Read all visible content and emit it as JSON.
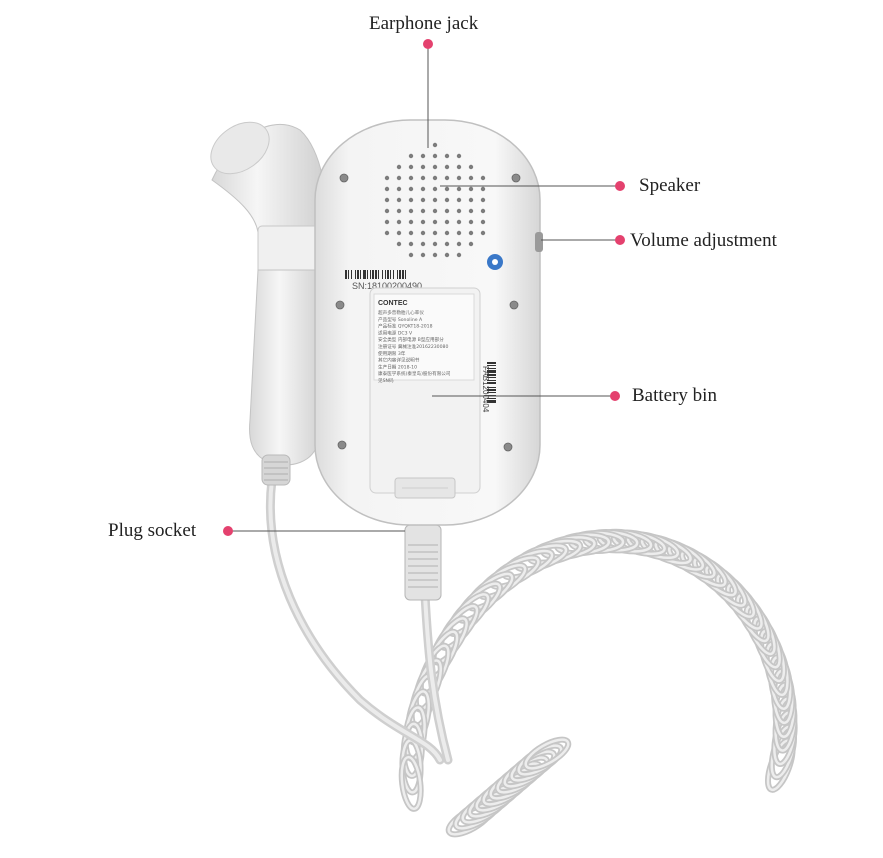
{
  "callouts": {
    "earphone_jack": "Earphone jack",
    "speaker": "Speaker",
    "volume_adjustment": "Volume adjustment",
    "battery_bin": "Battery bin",
    "plug_socket": "Plug socket"
  },
  "device": {
    "serial": "SN:18100200490",
    "side_code": "FAB1200404",
    "label_brand": "CONTEC",
    "label_lines": [
      "超声多普勒胎儿心率仪",
      "产品型号  Sonoline A",
      "产品标准  QYQKT18-2018",
      "适用电源  DC3 V",
      "安全类型  内部电源 B型应用部分",
      "注册证号  冀械注准20162230080",
      "使用期限  3年",
      "其它内容详见说明书",
      "生产日期  2018-10",
      "康泰医学系统(秦皇岛)股份有限公司",
      "见SN码"
    ]
  },
  "colors": {
    "dot": "#e4416e",
    "leader": "#555555",
    "text": "#222222",
    "device_white": "#f1f1f1",
    "device_shadow": "#c9c9c9"
  }
}
